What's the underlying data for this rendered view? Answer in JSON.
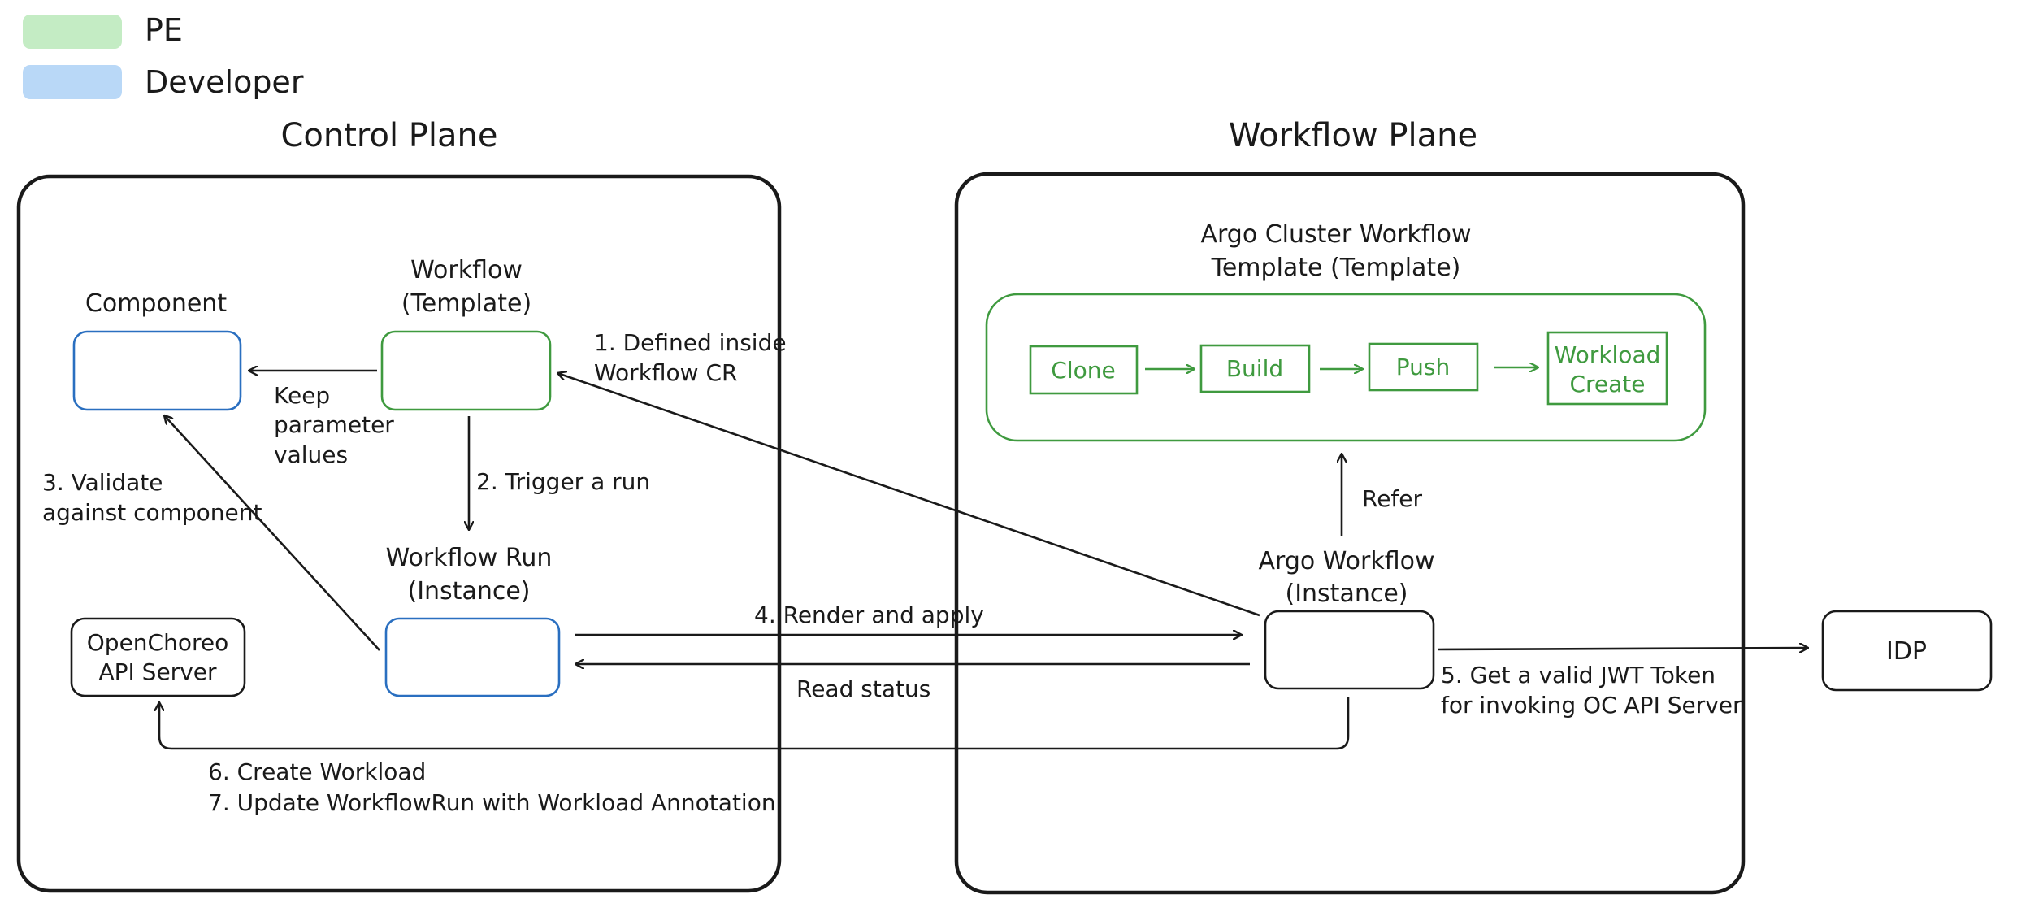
{
  "legend": [
    {
      "label": "PE",
      "color": "#c4ecc4"
    },
    {
      "label": "Developer",
      "color": "#b9d8f7"
    }
  ],
  "planes": {
    "control": {
      "title": "Control Plane"
    },
    "workflow": {
      "title": "Workflow Plane"
    }
  },
  "nodes": {
    "component": {
      "label": "Component"
    },
    "workflow_template": {
      "label_line1": "Workflow",
      "label_line2": "(Template)"
    },
    "workflow_run": {
      "label_line1": "Workflow Run",
      "label_line2": "(Instance)"
    },
    "api_server": {
      "line1": "OpenChoreo",
      "line2": "API Server"
    },
    "argo_template": {
      "label_line1": "Argo Cluster Workflow",
      "label_line2": "Template (Template)"
    },
    "argo_workflow": {
      "label_line1": "Argo Workflow",
      "label_line2": "(Instance)"
    },
    "idp": {
      "label": "IDP"
    },
    "steps": {
      "clone": "Clone",
      "build": "Build",
      "push": "Push",
      "workload_line1": "Workload",
      "workload_line2": "Create"
    }
  },
  "edges": {
    "keep_params": {
      "line1": "Keep",
      "line2": "parameter",
      "line3": "values"
    },
    "defined_inside": {
      "line1": "1. Defined inside",
      "line2": "Workflow CR"
    },
    "trigger_run": "2. Trigger a run",
    "validate": {
      "line1": "3. Validate",
      "line2": "against component"
    },
    "render_apply": "4. Render and apply",
    "read_status": "Read status",
    "refer": "Refer",
    "get_token": {
      "line1": "5. Get a valid JWT Token",
      "line2": "for invoking OC API Server"
    },
    "create_workload": "6. Create Workload",
    "update_run": "7. Update WorkflowRun with Workload Annotation"
  },
  "colors": {
    "pe_stroke": "#3f9a3f",
    "dev_stroke": "#2a6fc0",
    "line": "#1a1a1a"
  }
}
